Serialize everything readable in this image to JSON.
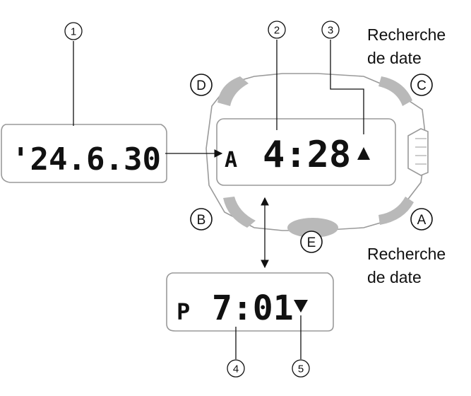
{
  "callouts": {
    "c1": "1",
    "c2": "2",
    "c3": "3",
    "c4": "4",
    "c5": "5"
  },
  "buttons": {
    "a": "A",
    "b": "B",
    "c": "C",
    "d": "D",
    "e": "E"
  },
  "labels": {
    "top_right_line1": "Recherche",
    "top_right_line2": "de date",
    "bottom_right_line1": "Recherche",
    "bottom_right_line2": "de date"
  },
  "left_display": {
    "year": "'24.",
    "date": "6.30"
  },
  "main_display": {
    "indicator": "A",
    "time": "4:28"
  },
  "bottom_display": {
    "indicator": "P",
    "time": "7:01"
  },
  "colors": {
    "bezel": "#9a9a9a",
    "lug": "#b9b9b9",
    "text": "#111111"
  }
}
